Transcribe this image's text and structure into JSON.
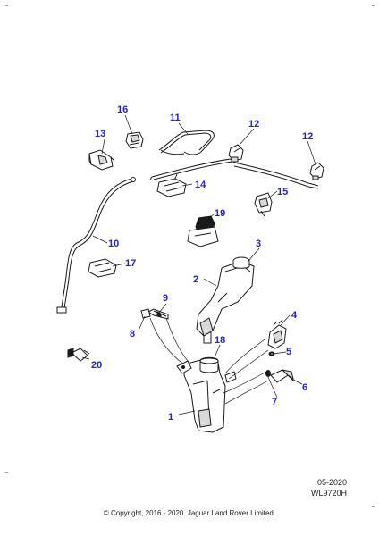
{
  "callouts": {
    "c1": "1",
    "c2": "2",
    "c3": "3",
    "c4": "4",
    "c5": "5",
    "c6": "6",
    "c7": "7",
    "c8": "8",
    "c9": "9",
    "c10": "10",
    "c11": "11",
    "c12a": "12",
    "c12b": "12",
    "c13": "13",
    "c14": "14",
    "c15": "15",
    "c16": "16",
    "c17": "17",
    "c18": "18",
    "c19": "19",
    "c20": "20"
  },
  "footer": {
    "date_code": "05-2020",
    "drawing_ref": "WL9720H",
    "copyright": "© Copyright, 2016 - 2020. Jaguar Land Rover Limited."
  },
  "colors": {
    "callout": "#2323c8",
    "line": "#1a1a1a"
  }
}
